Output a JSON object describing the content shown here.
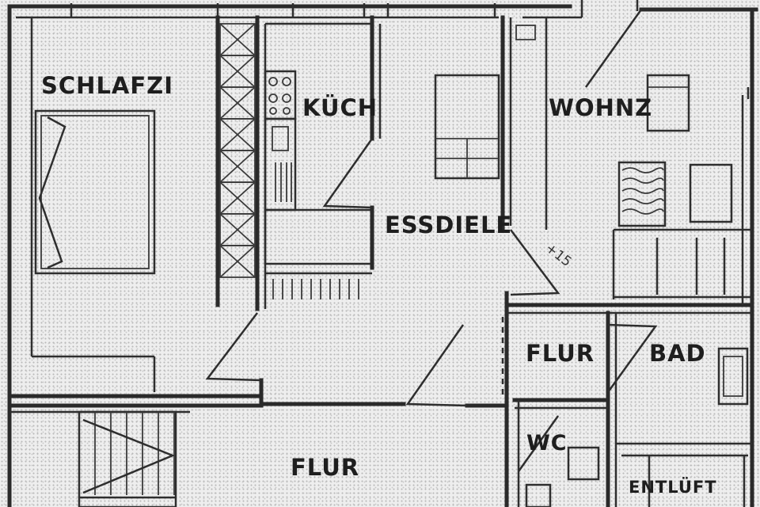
{
  "plan": {
    "rooms": {
      "schlafzimmer": "SCHLAFZI",
      "kueche": "KÜCH",
      "wohnzimmer": "WOHNZ",
      "essdiele": "ESSDIELE",
      "flur_small": "FLUR",
      "bad": "BAD",
      "wc": "WC",
      "flur_main": "FLUR",
      "entlueftung": "ENTLÜFT"
    },
    "annotations": {
      "stair_mark": "+15"
    }
  }
}
